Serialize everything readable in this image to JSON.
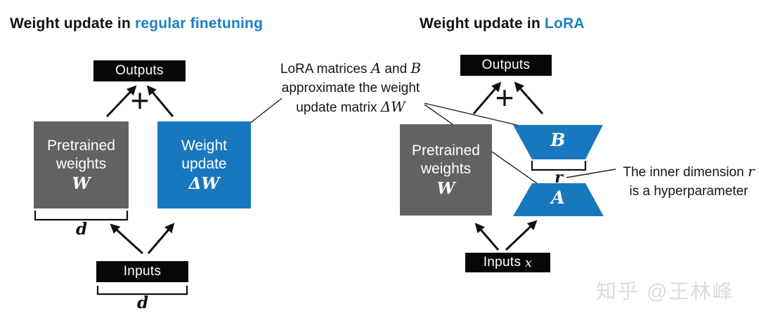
{
  "colors": {
    "accent_blue": "#1878bd",
    "title_blue": "#1b7fc5",
    "box_gray": "#626262",
    "box_black": "#070707",
    "watermark_gray": "#dcdcdc"
  },
  "left": {
    "title_prefix": "Weight update in ",
    "title_highlight": "regular finetuning",
    "outputs_label": "Outputs",
    "plus": "+",
    "pretrained": {
      "l1": "Pretrained",
      "l2": "weights",
      "sym": "W"
    },
    "update": {
      "l1": "Weight",
      "l2": "update",
      "sym": "ΔW"
    },
    "dim_weights": "d",
    "inputs_label": "Inputs",
    "dim_inputs": "d"
  },
  "right": {
    "title_prefix": "Weight update in ",
    "title_highlight": "LoRA",
    "outputs_label": "Outputs",
    "plus": "+",
    "pretrained": {
      "l1": "Pretrained",
      "l2": "weights",
      "sym": "W"
    },
    "matrix_b": "B",
    "matrix_a": "A",
    "inner_dim": "r",
    "inputs_label": "Inputs ",
    "inputs_sym": "x"
  },
  "notes": {
    "lora": {
      "l1a": "LoRA matrices ",
      "l1b": "A",
      "l1c": " and ",
      "l1d": "B",
      "l2": "approximate the weight",
      "l3a": "update matrix ",
      "l3b": "ΔW"
    },
    "inner_dim": {
      "l1a": "The inner dimension ",
      "l1b": "r",
      "l2": "is a hyperparameter"
    }
  },
  "watermark": "知乎 @王林峰"
}
